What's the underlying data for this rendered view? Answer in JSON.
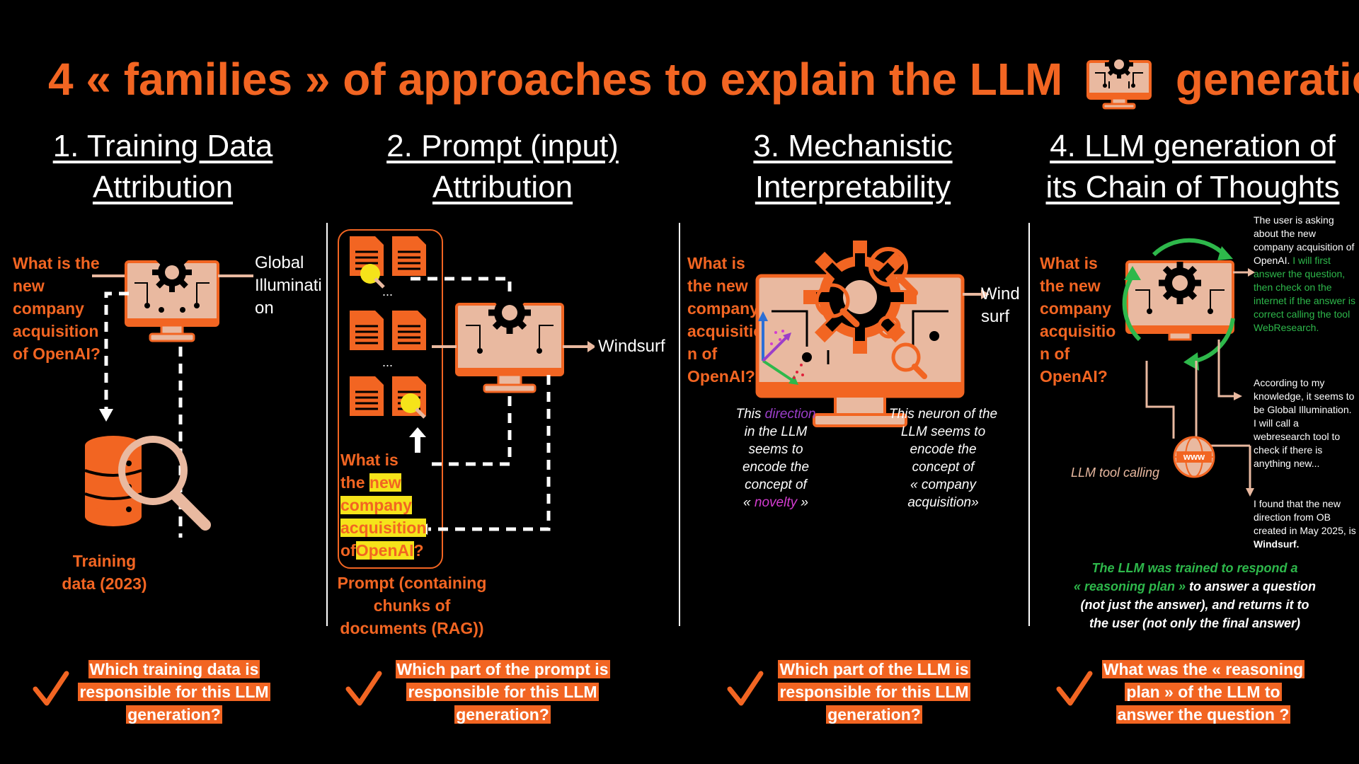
{
  "title": {
    "before": "4 « families » of approaches to explain the LLM",
    "after": "generation"
  },
  "colors": {
    "accent": "#f26522",
    "peach": "#e9b9a0",
    "green": "#2eb84b",
    "highlight": "#f5e31a",
    "purple": "#9b3ec9"
  },
  "columns": [
    {
      "heading_line1": "1. Training Data",
      "heading_line2": "Attribution",
      "question_lines": [
        "What is the",
        "new",
        "company",
        "acquisition",
        "of OpenAI?"
      ],
      "output_lines": [
        "Global",
        "Illuminati",
        "on"
      ],
      "caption_lines": [
        "Training",
        "data (2023)"
      ],
      "bottom_lines": [
        "Which training data is",
        "responsible for this LLM",
        "generation?"
      ]
    },
    {
      "heading_line1": "2. Prompt (input)",
      "heading_line2": "Attribution",
      "ellipsis": "...",
      "question_parts": [
        "What is",
        "the ",
        "new",
        "company",
        "acquisition",
        "of",
        "OpenAI",
        "?"
      ],
      "output": "Windsurf",
      "caption_lines": [
        "Prompt (containing",
        "chunks of",
        "documents (RAG))"
      ],
      "bottom_lines": [
        "Which part of the prompt is",
        "responsible for this LLM",
        "generation?"
      ]
    },
    {
      "heading_line1": "3. Mechanistic",
      "heading_line2": "Interpretability",
      "question_lines": [
        "What is",
        "the new",
        "company",
        "acquisitio",
        "n of",
        "OpenAI?"
      ],
      "output_lines": [
        "Wind",
        "surf"
      ],
      "direction_note": [
        "This ",
        "direction",
        "in the LLM",
        "seems to",
        "encode the",
        "concept of",
        "« ",
        "novelty",
        " »"
      ],
      "neuron_note": [
        "This neuron of the",
        "LLM seems to",
        "encode the",
        "concept of",
        "« company",
        "acquisition»"
      ],
      "bottom_lines": [
        "Which part of the LLM is",
        "responsible for this LLM",
        "generation?"
      ]
    },
    {
      "heading_line1": "4. LLM generation of",
      "heading_line2": "its Chain of Thoughts",
      "question_lines": [
        "What is",
        "the new",
        "company",
        "acquisitio",
        "n of",
        "OpenAI?"
      ],
      "cot_step1_white": "The user is asking about the new company acquisition of OpenAI.",
      "cot_step1_green": "I will first answer the question, then check on the internet if the answer is correct calling the tool WebResearch.",
      "cot_step2": "According to my knowledge, it seems to be Global Illumination. I will call a webresearch tool to check if there is anything new...",
      "cot_step3_text": "I found that the new direction from OB created in May 2025, is ",
      "cot_step3_bold": "Windsurf.",
      "tool_label": "LLM tool calling",
      "www_label": "www",
      "summary_green1": "The LLM was trained to respond a",
      "summary_green2": "« reasoning plan »",
      "summary_white2": " to answer a question",
      "summary_white3": "(not just the answer), and returns it to",
      "summary_white4": "the user (not only the final answer)",
      "bottom_lines": [
        "What was the « reasoning",
        "plan » of the LLM to",
        "answer the question ?"
      ]
    }
  ]
}
